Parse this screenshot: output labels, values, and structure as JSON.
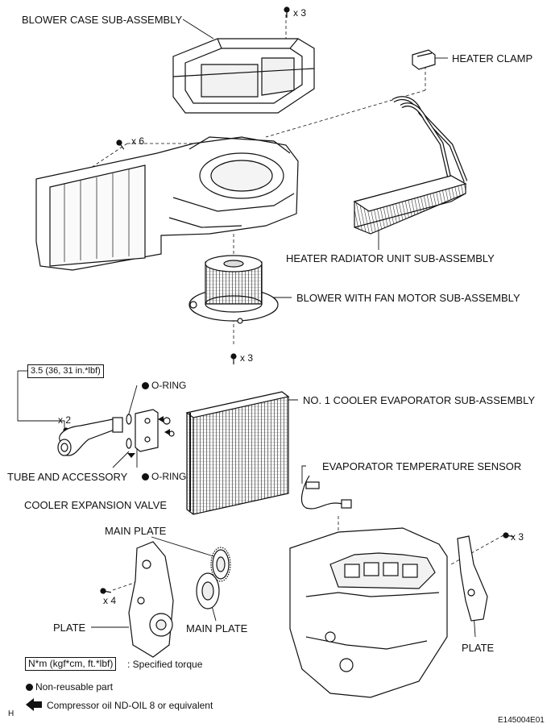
{
  "labels": {
    "blower_case": "BLOWER CASE SUB-ASSEMBLY",
    "screw_x3_top": "x 3",
    "heater_clamp": "HEATER CLAMP",
    "screw_x6": "x 6",
    "heater_radiator": "HEATER RADIATOR UNIT SUB-ASSEMBLY",
    "blower_fan_motor": "BLOWER WITH FAN MOTOR SUB-ASSEMBLY",
    "screw_x3_mid": "x 3",
    "torque_value": "3.5 (36, 31 in.*lbf)",
    "o_ring_top": "O-RING",
    "evaporator": "NO. 1 COOLER EVAPORATOR SUB-ASSEMBLY",
    "screw_x2": "x 2",
    "tube_accessory": "TUBE AND ACCESSORY",
    "o_ring_bottom": "O-RING",
    "evap_temp_sensor": "EVAPORATOR TEMPERATURE SENSOR",
    "expansion_valve": "COOLER EXPANSION VALVE",
    "main_plate_top": "MAIN PLATE",
    "screw_x3_right": "x 3",
    "screw_x4": "x 4",
    "plate_left": "PLATE",
    "main_plate_bottom": "MAIN PLATE",
    "plate_right": "PLATE"
  },
  "legend": {
    "torque_box": "N*m (kgf*cm, ft.*lbf)",
    "torque_text": ": Specified torque",
    "non_reusable": "Non-reusable part",
    "compressor_oil": "Compressor oil ND-OIL 8 or equivalent"
  },
  "footer": {
    "corner_letter": "H",
    "figure_id": "E145004E01"
  }
}
